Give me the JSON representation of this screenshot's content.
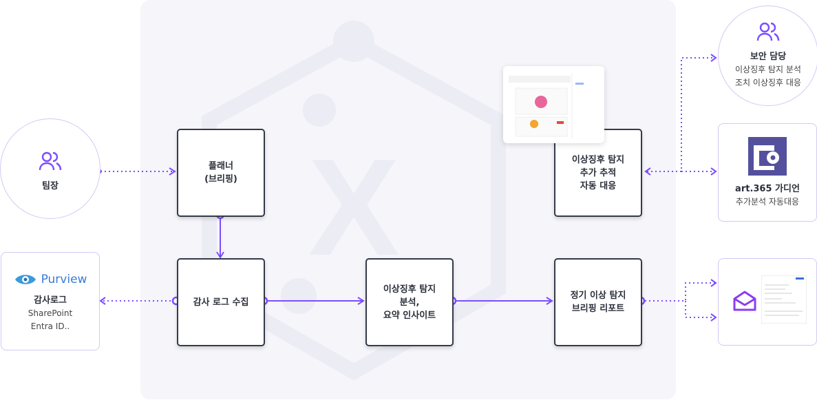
{
  "nodes": {
    "planner": "플래너\n(브리핑)",
    "audit": "감사 로그 수집",
    "analysis": "이상징후 탐지\n분석,\n요약 인사이트",
    "report": "정기 이상 탐지\n브리핑 리포트",
    "tracking": "이상징후 탐지\n추가 추적\n자동 대응"
  },
  "leader": {
    "title": "팀장"
  },
  "security": {
    "title": "보안 담당",
    "line1": "이상징후 탐지 분석",
    "line2": "조치 이상징후 대응"
  },
  "guardian": {
    "title": "art.365 가디언",
    "line1": "추가분석 자동대응"
  },
  "purview": {
    "brand": "Purview",
    "title": "감사로그",
    "line1": "SharePoint",
    "line2": "Entra ID.."
  },
  "colors": {
    "accent": "#7c4dff",
    "border": "#343a48",
    "panel": "#f5f5fa"
  }
}
